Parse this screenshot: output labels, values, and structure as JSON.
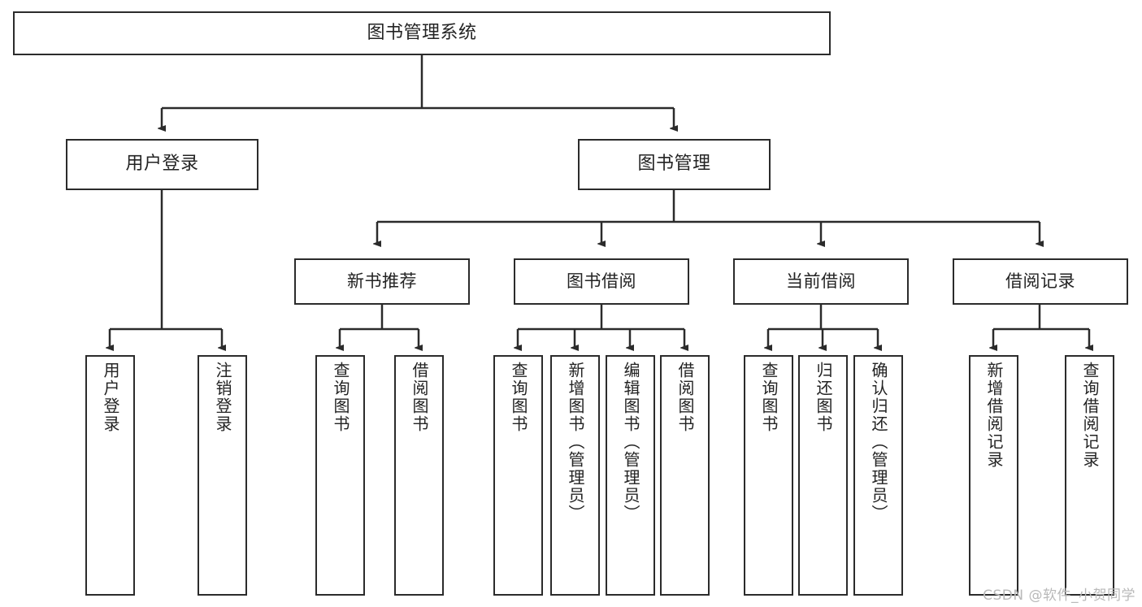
{
  "diagram": {
    "type": "tree-hierarchy",
    "title": "图书管理系统",
    "watermark": "CSDN @软件_小贺同学",
    "colors": {
      "box_border": "#2b2b2b",
      "box_fill": "#ffffff",
      "edge": "#2b2b2b",
      "text": "#232323",
      "watermark": "#b9b9b9",
      "background": "#ffffff"
    },
    "root": {
      "label": "图书管理系统"
    },
    "level2": [
      {
        "label": "用户登录"
      },
      {
        "label": "图书管理"
      }
    ],
    "level3": [
      {
        "label": "新书推荐"
      },
      {
        "label": "图书借阅"
      },
      {
        "label": "当前借阅"
      },
      {
        "label": "借阅记录"
      }
    ],
    "leaves": {
      "user_login": [
        {
          "label": "用户登录"
        },
        {
          "label": "注销登录"
        }
      ],
      "new_book_recommend": [
        {
          "label": "查询图书"
        },
        {
          "label": "借阅图书"
        }
      ],
      "book_borrow": [
        {
          "label": "查询图书"
        },
        {
          "label": "新增图书（管理员）"
        },
        {
          "label": "编辑图书（管理员）"
        },
        {
          "label": "借阅图书"
        }
      ],
      "current_borrow": [
        {
          "label": "查询图书"
        },
        {
          "label": "归还图书"
        },
        {
          "label": "确认归还（管理员）"
        }
      ],
      "borrow_record": [
        {
          "label": "新增借阅记录"
        },
        {
          "label": "查询借阅记录"
        }
      ]
    }
  }
}
